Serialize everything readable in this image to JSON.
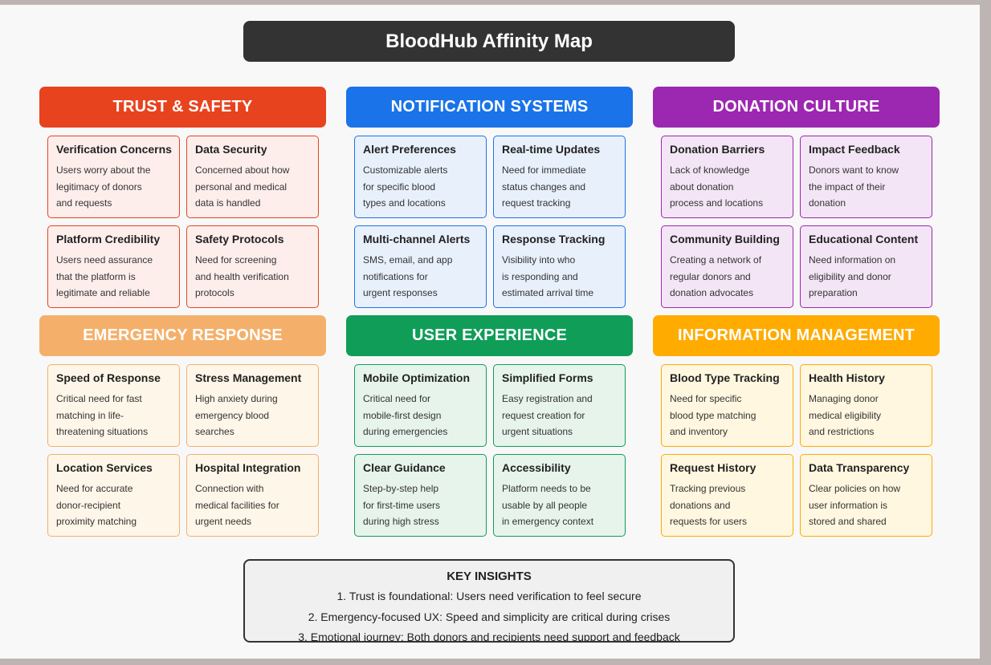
{
  "title": "BloodHub Affinity Map",
  "colors": {
    "trust": "#e8431f",
    "notification": "#1a73e8",
    "donation": "#9c27b0",
    "emergency": "#f4b06b",
    "ux": "#0f9d58",
    "info": "#ffab00"
  },
  "groups": [
    {
      "header": "TRUST & SAFETY",
      "cards": [
        {
          "title": "Verification Concerns",
          "body": "Users worry about the\nlegitimacy of donors\nand requests"
        },
        {
          "title": "Data Security",
          "body": "Concerned about how\npersonal and medical\ndata is handled"
        },
        {
          "title": "Platform Credibility",
          "body": "Users need assurance\nthat the platform is\nlegitimate and reliable"
        },
        {
          "title": "Safety Protocols",
          "body": "Need for screening\nand health verification\nprotocols"
        }
      ]
    },
    {
      "header": "NOTIFICATION SYSTEMS",
      "cards": [
        {
          "title": "Alert Preferences",
          "body": "Customizable alerts\nfor specific blood\ntypes and locations"
        },
        {
          "title": "Real-time Updates",
          "body": "Need for immediate\nstatus changes and\nrequest tracking"
        },
        {
          "title": "Multi-channel Alerts",
          "body": "SMS, email, and app\nnotifications for\nurgent responses"
        },
        {
          "title": "Response Tracking",
          "body": "Visibility into who\nis responding and\nestimated arrival time"
        }
      ]
    },
    {
      "header": "DONATION CULTURE",
      "cards": [
        {
          "title": "Donation Barriers",
          "body": "Lack of knowledge\nabout donation\nprocess and locations"
        },
        {
          "title": "Impact Feedback",
          "body": "Donors want to know\nthe impact of their\ndonation"
        },
        {
          "title": "Community Building",
          "body": "Creating a network of\nregular donors and\ndonation advocates"
        },
        {
          "title": "Educational Content",
          "body": "Need information on\neligibility and donor\npreparation"
        }
      ]
    },
    {
      "header": "EMERGENCY RESPONSE",
      "cards": [
        {
          "title": "Speed of Response",
          "body": "Critical need for fast\nmatching in life-\nthreatening situations"
        },
        {
          "title": "Stress Management",
          "body": "High anxiety during\nemergency blood\nsearches"
        },
        {
          "title": "Location Services",
          "body": "Need for accurate\ndonor-recipient\nproximity matching"
        },
        {
          "title": "Hospital Integration",
          "body": "Connection with\nmedical facilities for\nurgent needs"
        }
      ]
    },
    {
      "header": "USER EXPERIENCE",
      "cards": [
        {
          "title": "Mobile Optimization",
          "body": "Critical need for\nmobile-first design\nduring emergencies"
        },
        {
          "title": "Simplified Forms",
          "body": "Easy registration and\nrequest creation for\nurgent situations"
        },
        {
          "title": "Clear Guidance",
          "body": "Step-by-step help\nfor first-time users\nduring high stress"
        },
        {
          "title": "Accessibility",
          "body": "Platform needs to be\nusable by all people\nin emergency context"
        }
      ]
    },
    {
      "header": "INFORMATION MANAGEMENT",
      "cards": [
        {
          "title": "Blood Type Tracking",
          "body": "Need for specific\nblood type matching\nand inventory"
        },
        {
          "title": "Health History",
          "body": "Managing donor\nmedical eligibility\nand restrictions"
        },
        {
          "title": "Request History",
          "body": "Tracking previous\ndonations and\nrequests for users"
        },
        {
          "title": "Data Transparency",
          "body": "Clear policies on how\nuser information is\nstored and shared"
        }
      ]
    }
  ],
  "insights": {
    "title": "KEY INSIGHTS",
    "items": [
      "1. Trust is foundational: Users need verification to feel secure",
      "2. Emergency-focused UX: Speed and simplicity are critical during crises",
      "3. Emotional journey: Both donors and recipients need support and feedback"
    ]
  }
}
